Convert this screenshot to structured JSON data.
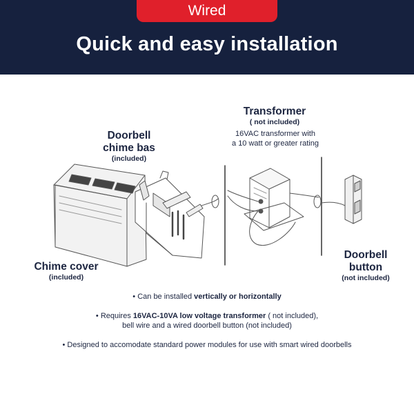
{
  "header": {
    "badge": "Wired",
    "title": "Quick and easy installation"
  },
  "labels": {
    "chime_base_line1": "Doorbell",
    "chime_base_line2": "chime bas",
    "chime_base_sub": "(included)",
    "transformer_title": "Transformer",
    "transformer_sub": "( not included)",
    "transformer_note_line1": "16VAC transformer with",
    "transformer_note_line2": "a 10 watt or greater rating",
    "chime_cover_title": "Chime cover",
    "chime_cover_sub": "(included)",
    "button_line1": "Doorbell",
    "button_line2": "button",
    "button_sub": "(not included)"
  },
  "notes": {
    "line1_pre": "• Can be installed ",
    "line1_bold": "vertically or horizontally",
    "line2_pre": "• Requires ",
    "line2_bold": "16VAC-10VA low voltage transformer",
    "line2_post": " ( not included),",
    "line3": "bell wire and a wired doorbell button (not included)",
    "line4": "• Designed to accomodate standard power modules for use with smart wired doorbells"
  },
  "colors": {
    "header_bg": "#16213e",
    "badge_bg": "#e0202b",
    "text": "#1c2540"
  }
}
